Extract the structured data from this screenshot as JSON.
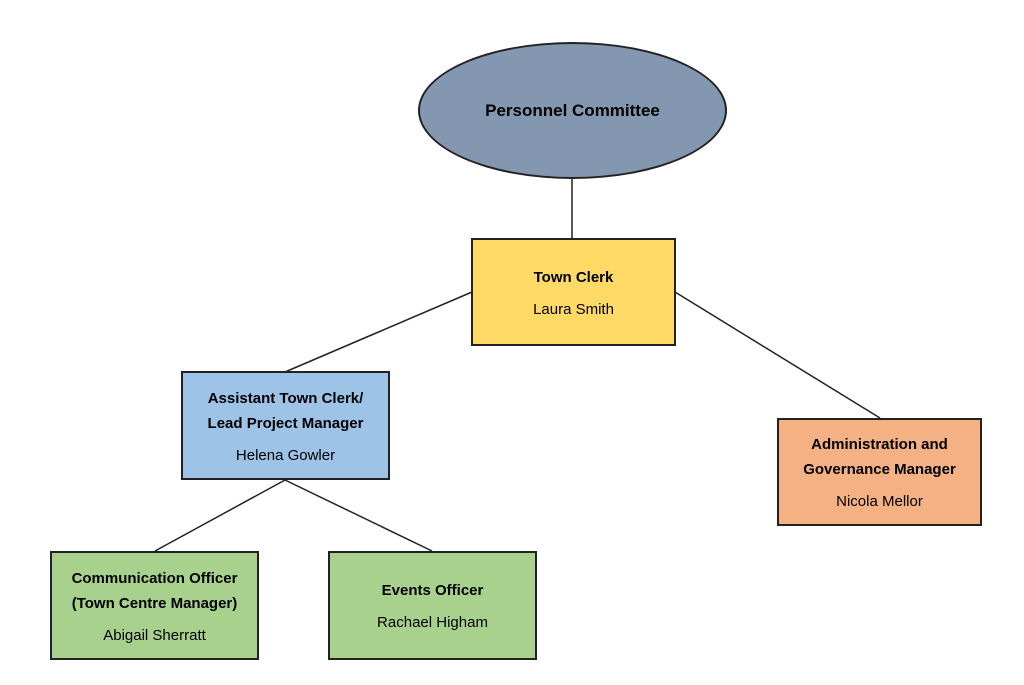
{
  "chart": {
    "committee": {
      "label": "Personnel Committee",
      "fill": "#8497b0"
    },
    "town_clerk": {
      "title": "Town Clerk",
      "name": "Laura Smith",
      "fill": "#ffd966"
    },
    "assistant": {
      "title_line1": "Assistant Town Clerk/",
      "title_line2": "Lead Project Manager",
      "name": "Helena Gowler",
      "fill": "#9dc3e6"
    },
    "admin": {
      "title_line1": "Administration and",
      "title_line2": "Governance Manager",
      "name": "Nicola Mellor",
      "fill": "#f4b183"
    },
    "communication": {
      "title_line1": "Communication Officer",
      "title_line2": "(Town Centre Manager)",
      "name": "Abigail Sherratt",
      "fill": "#a9d18e"
    },
    "events": {
      "title": "Events Officer",
      "name": "Rachael Higham",
      "fill": "#a9d18e"
    }
  }
}
